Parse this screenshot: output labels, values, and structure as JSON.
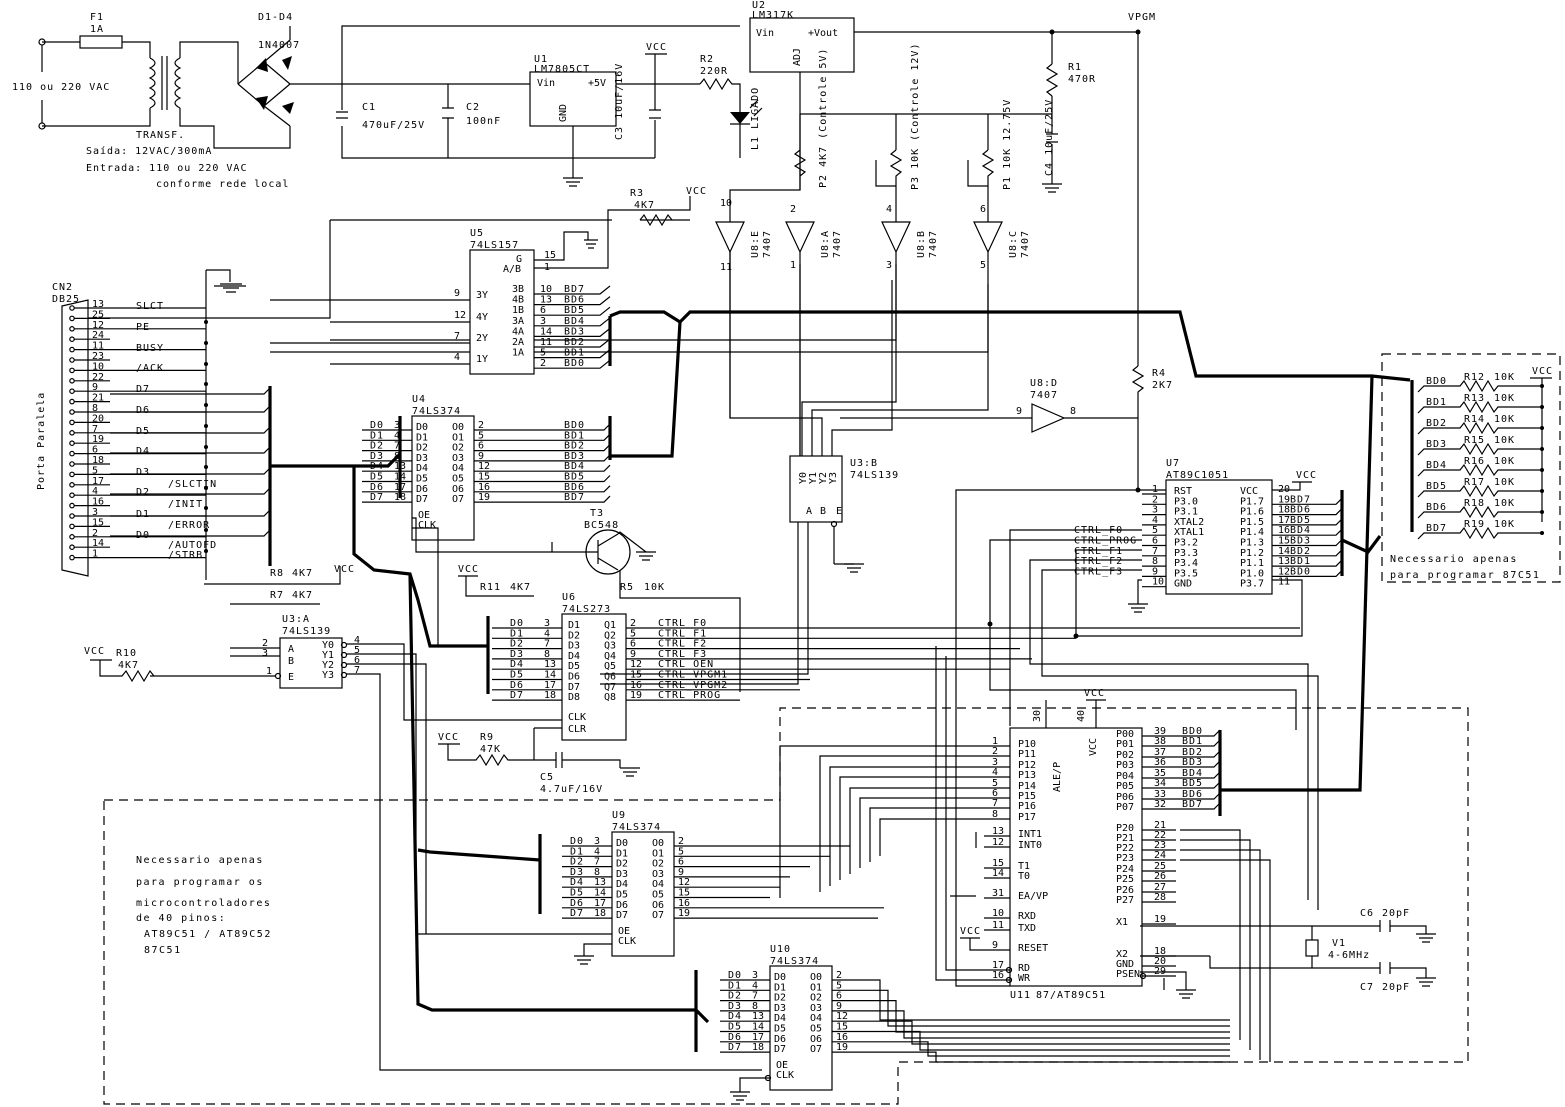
{
  "vpgm": "VPGM",
  "mains": "110 ou 220 VAC",
  "f1": {
    "ref": "F1",
    "val": "1A"
  },
  "transf": {
    "ref": "TRANSF.",
    "line1": "Saída: 12VAC/300mA",
    "line2": "Entrada: 110 ou 220 VAC",
    "line3": "conforme rede local"
  },
  "bridge": {
    "ref": "D1-D4",
    "val": "1N4007"
  },
  "c1": {
    "ref": "C1",
    "val": "470uF/25V"
  },
  "c2": {
    "ref": "C2",
    "val": "100nF"
  },
  "c3": {
    "ref": "C3",
    "val": "10uF/16V"
  },
  "c4": {
    "ref": "C4",
    "val": "10uF/25V"
  },
  "c5": {
    "ref": "C5",
    "val": "4.7uF/16V"
  },
  "c6": {
    "ref": "C6",
    "val": "20pF"
  },
  "c7": {
    "ref": "C7",
    "val": "20pF"
  },
  "u1": {
    "ref": "U1",
    "part": "LM7805CT",
    "vin": "Vin",
    "out": "+5V",
    "gnd": "GND"
  },
  "u2": {
    "ref": "U2",
    "part": "LM317K",
    "vin": "Vin",
    "out": "+Vout",
    "adj": "ADJ"
  },
  "r1": {
    "ref": "R1",
    "val": "470R"
  },
  "r2": {
    "ref": "R2",
    "val": "220R"
  },
  "r3": {
    "ref": "R3",
    "val": "4K7"
  },
  "r4": {
    "ref": "R4",
    "val": "2K7"
  },
  "r5": {
    "ref": "R5",
    "val": "10K"
  },
  "r7": {
    "ref": "R7",
    "val": "4K7"
  },
  "r8": {
    "ref": "R8",
    "val": "4K7"
  },
  "r9": {
    "ref": "R9",
    "val": "47K"
  },
  "r10": {
    "ref": "R10",
    "val": "4K7"
  },
  "r11": {
    "ref": "R11",
    "val": "4K7"
  },
  "l1": {
    "ref": "L1",
    "val": "LIGADO"
  },
  "p1": {
    "ref": "P1",
    "val": "10K",
    "note": "12.75V"
  },
  "p2": {
    "ref": "P2",
    "val": "4K7",
    "note": "(Controle 5V)"
  },
  "p3": {
    "ref": "P3",
    "val": "10K",
    "note": "(Controle 12V)"
  },
  "p1ctl": "(Controle",
  "u8a": {
    "ref": "U8:A",
    "part": "7407"
  },
  "u8b": {
    "ref": "U8:B",
    "part": "7407"
  },
  "u8c": {
    "ref": "U8:C",
    "part": "7407"
  },
  "u8d": {
    "ref": "U8:D",
    "part": "7407"
  },
  "u8e": {
    "ref": "U8:E",
    "part": "7407"
  },
  "t3": {
    "ref": "T3",
    "part": "BC548"
  },
  "cn2": {
    "ref": "CN2",
    "part": "DB25",
    "side": "Porta Paralela"
  },
  "vcc": "VCC",
  "par_signals": [
    "SLCT",
    "PE",
    "BUSY",
    "/ACK",
    "D7",
    "D6",
    "D5",
    "D4",
    "D3",
    "D2",
    "D1",
    "D0",
    "/SLCTIN",
    "/INIT",
    "/ERROR",
    "/AUTOFD",
    "/STRB"
  ],
  "db25_pins": [
    "13",
    "25",
    "12",
    "24",
    "11",
    "23",
    "10",
    "22",
    "9",
    "21",
    "8",
    "20",
    "7",
    "19",
    "6",
    "18",
    "5",
    "17",
    "4",
    "16",
    "3",
    "15",
    "2",
    "14",
    "1"
  ],
  "u5": {
    "ref": "U5",
    "part": "74LS157",
    "g": "G",
    "ab": "A/B",
    "outs": [
      "3Y",
      "4Y",
      "2Y",
      "1Y"
    ],
    "ins": [
      "3B",
      "4B",
      "1B",
      "3A",
      "4A",
      "2A",
      "1A"
    ],
    "pin_outs": [
      "9",
      "12",
      "7",
      "4"
    ],
    "pin_ins": [
      "10",
      "13",
      "6",
      "3",
      "14",
      "11",
      "5",
      "2"
    ],
    "bd": [
      "BD7",
      "BD6",
      "BD5",
      "BD4",
      "BD3",
      "BD2",
      "BD1",
      "BD0"
    ]
  },
  "u4": {
    "ref": "U4",
    "part": "74LS374"
  },
  "u9": {
    "ref": "U9",
    "part": "74LS374"
  },
  "u10": {
    "ref": "U10",
    "part": "74LS374"
  },
  "u6": {
    "ref": "U6",
    "part": "74LS273"
  },
  "u3a": {
    "ref": "U3:A",
    "part": "74LS139"
  },
  "u3b": {
    "ref": "U3:B",
    "part": "74LS139"
  },
  "u7": {
    "ref": "U7",
    "part": "AT89C1051"
  },
  "u11": {
    "ref": "U11",
    "part": "87/AT89C51"
  },
  "v1": {
    "ref": "V1",
    "val": "4-6MHz"
  },
  "d_names": [
    "D0",
    "D1",
    "D2",
    "D3",
    "D4",
    "D5",
    "D6",
    "D7"
  ],
  "q_names": [
    "O0",
    "O1",
    "O2",
    "O3",
    "O4",
    "O5",
    "O6",
    "O7"
  ],
  "bd_names": [
    "BD0",
    "BD1",
    "BD2",
    "BD3",
    "BD4",
    "BD5",
    "BD6",
    "BD7"
  ],
  "ctrl_names": [
    "CTRL_F0",
    "CTRL_F1",
    "CTRL_F2",
    "CTRL_F3",
    "CTRL_OEN",
    "CTRL_VPGM1",
    "CTRL_VPGM2",
    "CTRL_PROG"
  ],
  "ctrl_short": [
    "CTRL_F0",
    "CTRL_PROG",
    "CTRL_F1",
    "CTRL_F2",
    "CTRL_F3"
  ],
  "pins374_d": [
    "3",
    "4",
    "7",
    "8",
    "13",
    "14",
    "17",
    "18"
  ],
  "pins374_q": [
    "2",
    "5",
    "6",
    "9",
    "12",
    "15",
    "16",
    "19"
  ],
  "u6_in": [
    "D1",
    "D2",
    "D3",
    "D4",
    "D5",
    "D6",
    "D7",
    "D8"
  ],
  "u6_out": [
    "Q1",
    "Q2",
    "Q3",
    "Q4",
    "Q5",
    "Q6",
    "Q7",
    "Q8"
  ],
  "clk": "CLK",
  "oe": "OE",
  "clr": "CLR",
  "u3_pins": {
    "a": "A",
    "b": "B",
    "e": "E",
    "y": [
      "Y0",
      "Y1",
      "Y2",
      "Y3"
    ]
  },
  "u7_left": [
    "RST",
    "P3.0",
    "P3.1",
    "XTAL2",
    "XTAL1",
    "P3.2",
    "P3.3",
    "P3.4",
    "P3.5",
    "GND"
  ],
  "u7_left_pins": [
    "1",
    "2",
    "3",
    "4",
    "5",
    "6",
    "7",
    "8",
    "9",
    "10"
  ],
  "u7_right": [
    "VCC",
    "P1.7",
    "P1.6",
    "P1.5",
    "P1.4",
    "P1.3",
    "P1.2",
    "P1.1",
    "P1.0",
    "P3.7"
  ],
  "u7_right_pins": [
    "20",
    "19",
    "18",
    "17",
    "16",
    "15",
    "14",
    "13",
    "12",
    "11"
  ],
  "u11_left": [
    "P10",
    "P11",
    "P12",
    "P13",
    "P14",
    "P15",
    "P16",
    "P17",
    "INT1",
    "INT0",
    "T1",
    "T0",
    "EA/VP",
    "RXD",
    "TXD",
    "RESET",
    "RD",
    "WR"
  ],
  "u11_left_pins": [
    "1",
    "2",
    "3",
    "4",
    "5",
    "6",
    "7",
    "8",
    "13",
    "12",
    "15",
    "14",
    "31",
    "10",
    "11",
    "9",
    "17",
    "16"
  ],
  "u11_right": [
    "P00",
    "P01",
    "P02",
    "P03",
    "P04",
    "P05",
    "P06",
    "P07",
    "P20",
    "P21",
    "P22",
    "P23",
    "P24",
    "P25",
    "P26",
    "P27",
    "X1",
    "X2",
    "GND",
    "PSEN"
  ],
  "u11_right_pins": [
    "39",
    "38",
    "37",
    "36",
    "35",
    "34",
    "33",
    "32",
    "21",
    "22",
    "23",
    "24",
    "25",
    "26",
    "27",
    "28",
    "19",
    "18",
    "20",
    "29"
  ],
  "u11_top": {
    "ale": "ALE/P",
    "vcc": "VCC",
    "p30": "30",
    "p40": "40"
  },
  "pullups": {
    "r_names": [
      "R12",
      "R13",
      "R14",
      "R15",
      "R16",
      "R17",
      "R18",
      "R19"
    ],
    "val": "10K"
  },
  "note_right": {
    "l1": "Necessario apenas",
    "l2": "para programar 87C51"
  },
  "note_left": {
    "l1": "Necessario apenas",
    "l2": "para programar os",
    "l3": "microcontroladores",
    "l4": "de 40 pinos:",
    "l5": "AT89C51 / AT89C52",
    "l6": "87C51"
  },
  "pin_nums": {
    "p1": "1",
    "p2": "2",
    "p3": "3",
    "p4": "4",
    "p5": "5",
    "p6": "6",
    "p7": "7",
    "p8": "8",
    "p9": "9",
    "p10": "10",
    "p11": "11",
    "p12": "12",
    "p13": "13",
    "p14": "14",
    "p15": "15",
    "p16": "16",
    "p20": "20"
  }
}
